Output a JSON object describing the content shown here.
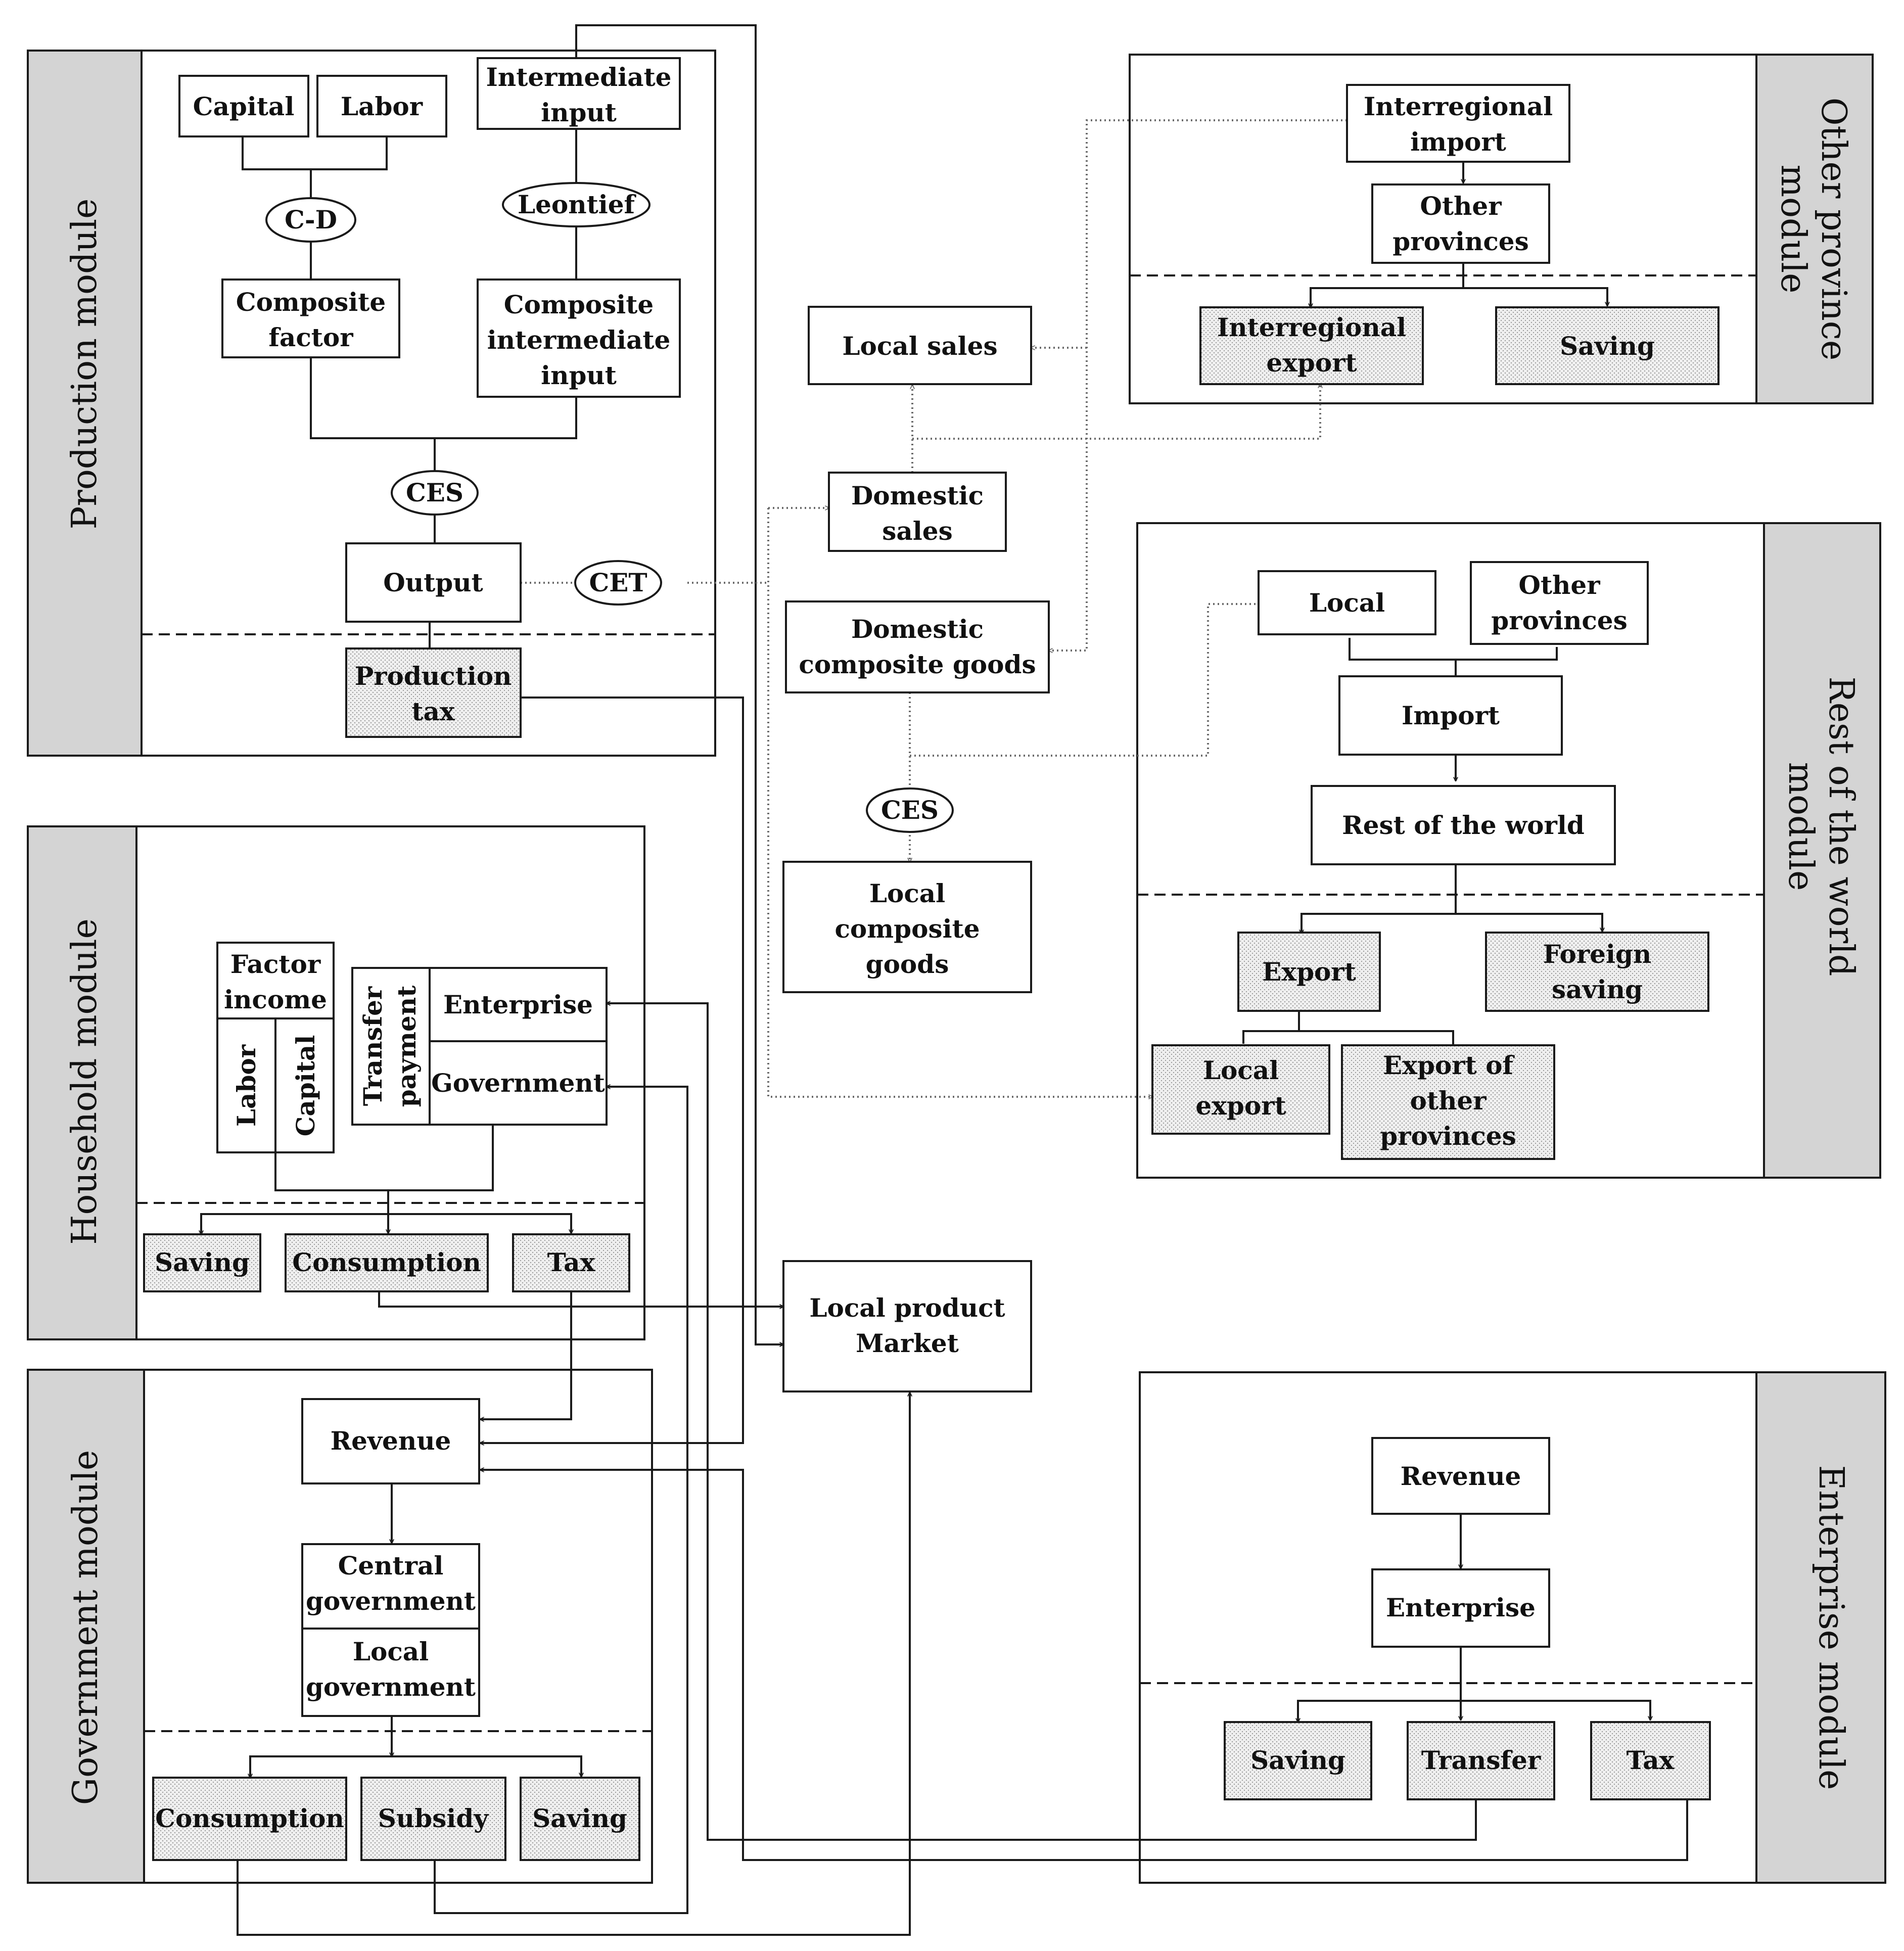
{
  "modules": {
    "production": "Production module",
    "household": "Household module",
    "government": "Government module",
    "other_province": [
      "Other province",
      "module"
    ],
    "rest_of_world": [
      "Rest of the world",
      "module"
    ],
    "enterprise": "Enterprise module"
  },
  "production": {
    "capital": "Capital",
    "labor": "Labor",
    "intermediate_input": [
      "Intermediate",
      "input"
    ],
    "cd": "C-D",
    "leontief": "Leontief",
    "composite_factor": [
      "Composite",
      "factor"
    ],
    "composite_intermediate": [
      "Composite",
      "intermediate",
      "input"
    ],
    "ces": "CES",
    "output": "Output",
    "production_tax": [
      "Production",
      "tax"
    ]
  },
  "market": {
    "cet": "CET",
    "local_sales": "Local sales",
    "domestic_sales": [
      "Domestic",
      "sales"
    ],
    "domestic_composite": [
      "Domestic",
      "composite goods"
    ],
    "ces": "CES",
    "local_composite": [
      "Local",
      "composite",
      "goods"
    ],
    "local_product_market": [
      "Local product",
      "Market"
    ]
  },
  "other_province": {
    "interregional_import": [
      "Interregional",
      "import"
    ],
    "other_provinces": [
      "Other",
      "provinces"
    ],
    "interregional_export": [
      "Interregional",
      "export"
    ],
    "saving": "Saving"
  },
  "rest_of_world": {
    "local": "Local",
    "other_provinces": [
      "Other",
      "provinces"
    ],
    "import": "Import",
    "rest_of_world": "Rest of the world",
    "export": "Export",
    "foreign_saving": [
      "Foreign",
      "saving"
    ],
    "local_export": [
      "Local",
      "export"
    ],
    "export_other": [
      "Export of",
      "other",
      "provinces"
    ]
  },
  "household": {
    "factor_income": [
      "Factor",
      "income"
    ],
    "labor": "Labor",
    "capital": "Capital",
    "transfer_payment": [
      "Transfer",
      "payment"
    ],
    "enterprise": "Enterprise",
    "government": "Government",
    "saving": "Saving",
    "consumption": "Consumption",
    "tax": "Tax"
  },
  "government": {
    "revenue": "Revenue",
    "central_government": [
      "Central",
      "government"
    ],
    "local_government": [
      "Local",
      "government"
    ],
    "consumption": "Consumption",
    "subsidy": "Subsidy",
    "saving": "Saving"
  },
  "enterprise": {
    "revenue": "Revenue",
    "enterprise": "Enterprise",
    "saving": "Saving",
    "transfer": "Transfer",
    "tax": "Tax"
  }
}
